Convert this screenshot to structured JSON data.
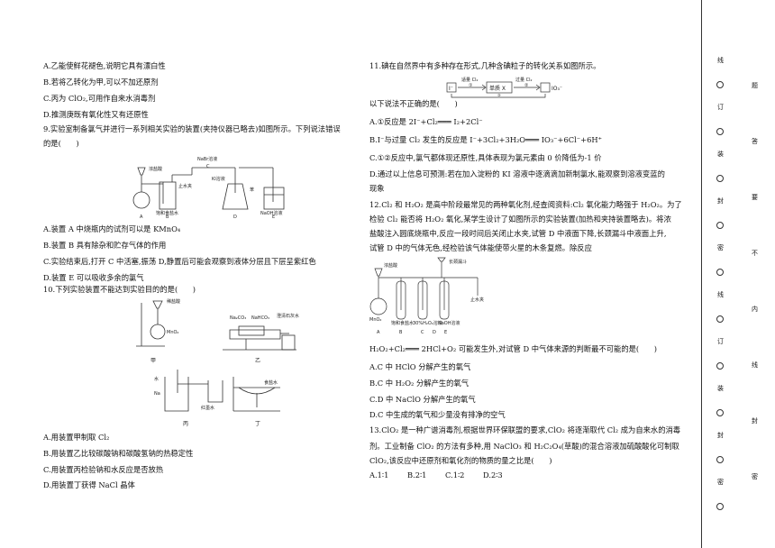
{
  "left": {
    "q8_options": [
      "A.乙能使鲜花褪色,说明它具有漂白性",
      "B.若将乙转化为甲,可以不加还原剂",
      "C.丙为 ClO₂,可用作自来水消毒剂",
      "D.推测庚既有氧化性又有还原性"
    ],
    "q9_stem_1": "9.实验室制备氯气并进行一系列相关实验的装置(夹持仪器已略去)如图所示。下列说法错误",
    "q9_stem_2": "的是(　　)",
    "q9_fig_labels": [
      "浓盐酸",
      "饱和食盐水",
      "止水夹",
      "NaBr溶液",
      "KI溶液",
      "苯",
      "NaOH溶液",
      "A",
      "B",
      "C",
      "D",
      "E"
    ],
    "q9_options": [
      "A.装置 A 中烧瓶内的试剂可以是 KMnO₄",
      "B.装置 B 具有除杂和贮存气体的作用",
      "C.实验结束后,打开 C 中活塞,振荡 D,静置后可能会观察到液体分层且下层呈紫红色",
      "D.装置 E 可以吸收多余的氯气"
    ],
    "q10_stem": "10.下列实验装置不能达到实验目的的是(　　)",
    "q10_fig_labels": [
      "稀盐酸",
      "MnO₂",
      "Na₂CO₃",
      "NaHCO₃",
      "澄清石灰水",
      "甲",
      "乙",
      "水",
      "Na",
      "红墨水",
      "丙",
      "食盐水",
      "丁"
    ],
    "q10_options": [
      "A.用装置甲制取 Cl₂",
      "B.用装置乙比较碳酸钠和碳酸氢钠的热稳定性",
      "C.用装置丙检验钠和水反应是否放热",
      "D.用装置丁获得 NaCl 晶体"
    ]
  },
  "right": {
    "q11_stem": "11.碘在自然界中有多种存在形式,几种含碘粒子的转化关系如图所示。",
    "q11_fig_labels": [
      "适量 Cl₂",
      "①",
      "过量 Cl₂",
      "②",
      "I⁻",
      "单质 X",
      "IO₃⁻",
      "③"
    ],
    "q11_question": "以下说法不正确的是(　　)",
    "q11_options": [
      "A.①反应是 2I⁻+Cl₂═══ I₂+2Cl⁻",
      "B.I⁻与过量 Cl₂ 发生的反应是 I⁻+3Cl₂+3H₂O═══ IO₃⁻+6Cl⁻+6H⁺",
      "C.①②反应中,氯气都体现还原性,具体表现为氯元素由 0 价降低为-1 价",
      "D.通过以上信息可预测:若在加入淀粉的 KI 溶液中逐滴滴加新制氯水,能观察到溶液变蓝的",
      "现象"
    ],
    "q12_lines": [
      "12.Cl₂ 和 H₂O₂ 是高中阶段最常见的两种氧化剂,经查阅资料:Cl₂ 氧化能力略强于 H₂O₂。为了",
      "检验 Cl₂ 能否将 H₂O₂ 氧化,某学生设计了如图所示的实验装置(加热和夹持装置略去)。将浓",
      "盐酸注入圆底烧瓶中,反应一段时间后关闭止水夹,试管 D 中液面下降,长颈漏斗中液面上升,",
      "试管 D 中的气体无色,经检验该气体能使带火星的木条复燃。除反应"
    ],
    "q12_fig_labels": [
      "浓盐酸",
      "长颈漏斗",
      "止水夹",
      "MnO₂",
      "饱和食盐水",
      "30%H₂O₂溶液",
      "NaOH溶液",
      "A",
      "B",
      "C",
      "D",
      "E"
    ],
    "q12_reaction": "H₂O₂+Cl₂═══ 2HCl+O₂ 可能发生外,对试管 D 中气体来源的判断最不可能的是(　　)",
    "q12_options": [
      "A.C 中 HClO 分解产生的氧气",
      "B.C 中 H₂O₂ 分解产生的氧气",
      "C.D 中 NaClO 分解产生的氧气",
      "D.C 中生成的氧气和少量没有排净的空气"
    ],
    "q13_lines": [
      "13.ClO₂ 是一种广谱消毒剂,根据世界环保联盟的要求,ClO₂ 将逐渐取代 Cl₂ 成为自来水的消毒",
      "剂。工业制备 ClO₂ 的方法有多种,用 NaClO₃ 和 H₂C₂O₄(草酸)的混合溶液加硫酸酸化可制取",
      "ClO₂,该反应中还原剂和氧化剂的物质的量之比是(　　)"
    ],
    "q13_options": [
      "A.1∶1",
      "B.2∶1",
      "C.1∶2",
      "D.2∶3"
    ]
  },
  "binding": {
    "inner": [
      "线",
      "订",
      "装",
      "封",
      "密",
      "线",
      "订",
      "装",
      "封",
      "密"
    ],
    "outer": [
      "题",
      "答",
      "要",
      "不",
      "内",
      "线",
      "封",
      "密"
    ]
  }
}
